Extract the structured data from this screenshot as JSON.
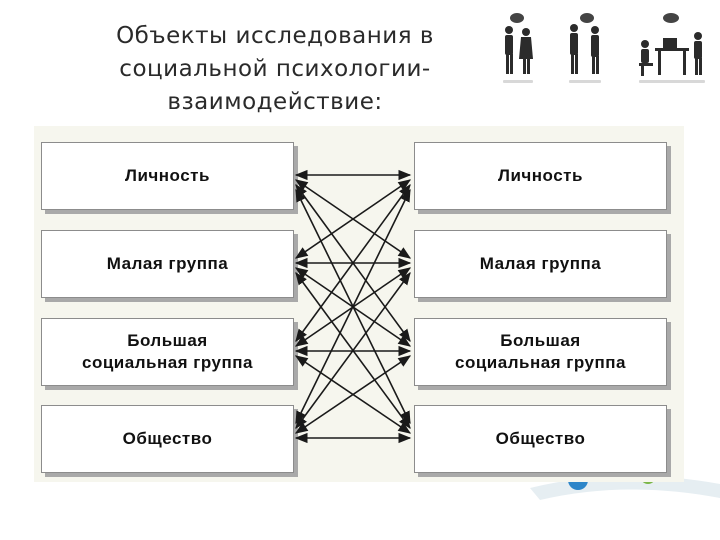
{
  "title": {
    "line1": "Объекты исследования в",
    "line2": "социальной психологии-",
    "line3": "взаимодействие:"
  },
  "left_boxes": [
    "Личность",
    "Малая группа",
    "Большая\nсоциальная группа",
    "Общество"
  ],
  "right_boxes": [
    "Личность",
    "Малая группа",
    "Большая\nсоциальная группа",
    "Общество"
  ],
  "connections": [
    [
      0,
      0
    ],
    [
      0,
      1
    ],
    [
      0,
      2
    ],
    [
      0,
      3
    ],
    [
      1,
      0
    ],
    [
      1,
      1
    ],
    [
      1,
      2
    ],
    [
      1,
      3
    ],
    [
      2,
      0
    ],
    [
      2,
      1
    ],
    [
      2,
      2
    ],
    [
      2,
      3
    ],
    [
      3,
      0
    ],
    [
      3,
      1
    ],
    [
      3,
      2
    ],
    [
      3,
      3
    ]
  ],
  "colors": {
    "arrow": "#1a1a1a",
    "box_border": "#8c8c8c",
    "panel": "#f6f6ee"
  },
  "icons": [
    "people-talking-icon",
    "business-people-icon",
    "office-desk-icon"
  ]
}
